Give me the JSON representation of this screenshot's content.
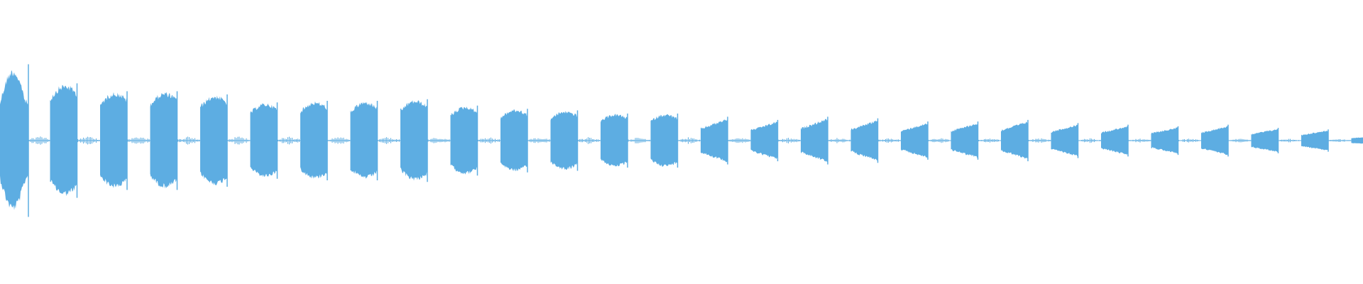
{
  "waveform": {
    "color": "#5DADE2",
    "background": "#FFFFFF",
    "bursts": [
      {
        "amp": 0.48,
        "decay": "flat"
      },
      {
        "amp": 0.36,
        "decay": "flat"
      },
      {
        "amp": 0.31,
        "decay": "flat"
      },
      {
        "amp": 0.31,
        "decay": "flat"
      },
      {
        "amp": 0.29,
        "decay": "flat"
      },
      {
        "amp": 0.24,
        "decay": "flat"
      },
      {
        "amp": 0.25,
        "decay": "flat"
      },
      {
        "amp": 0.25,
        "decay": "flat"
      },
      {
        "amp": 0.26,
        "decay": "flat"
      },
      {
        "amp": 0.22,
        "decay": "flat"
      },
      {
        "amp": 0.2,
        "decay": "flat"
      },
      {
        "amp": 0.19,
        "decay": "flat"
      },
      {
        "amp": 0.17,
        "decay": "flat"
      },
      {
        "amp": 0.17,
        "decay": "flat"
      },
      {
        "amp": 0.15,
        "decay": "left"
      },
      {
        "amp": 0.13,
        "decay": "left"
      },
      {
        "amp": 0.15,
        "decay": "left"
      },
      {
        "amp": 0.14,
        "decay": "left"
      },
      {
        "amp": 0.12,
        "decay": "left"
      },
      {
        "amp": 0.12,
        "decay": "left"
      },
      {
        "amp": 0.13,
        "decay": "left"
      },
      {
        "amp": 0.11,
        "decay": "left"
      },
      {
        "amp": 0.1,
        "decay": "left"
      },
      {
        "amp": 0.09,
        "decay": "left"
      },
      {
        "amp": 0.1,
        "decay": "left"
      },
      {
        "amp": 0.08,
        "decay": "left"
      },
      {
        "amp": 0.07,
        "decay": "left"
      },
      {
        "amp": 0.03,
        "decay": "left"
      }
    ],
    "noise_amp": 0.03
  }
}
